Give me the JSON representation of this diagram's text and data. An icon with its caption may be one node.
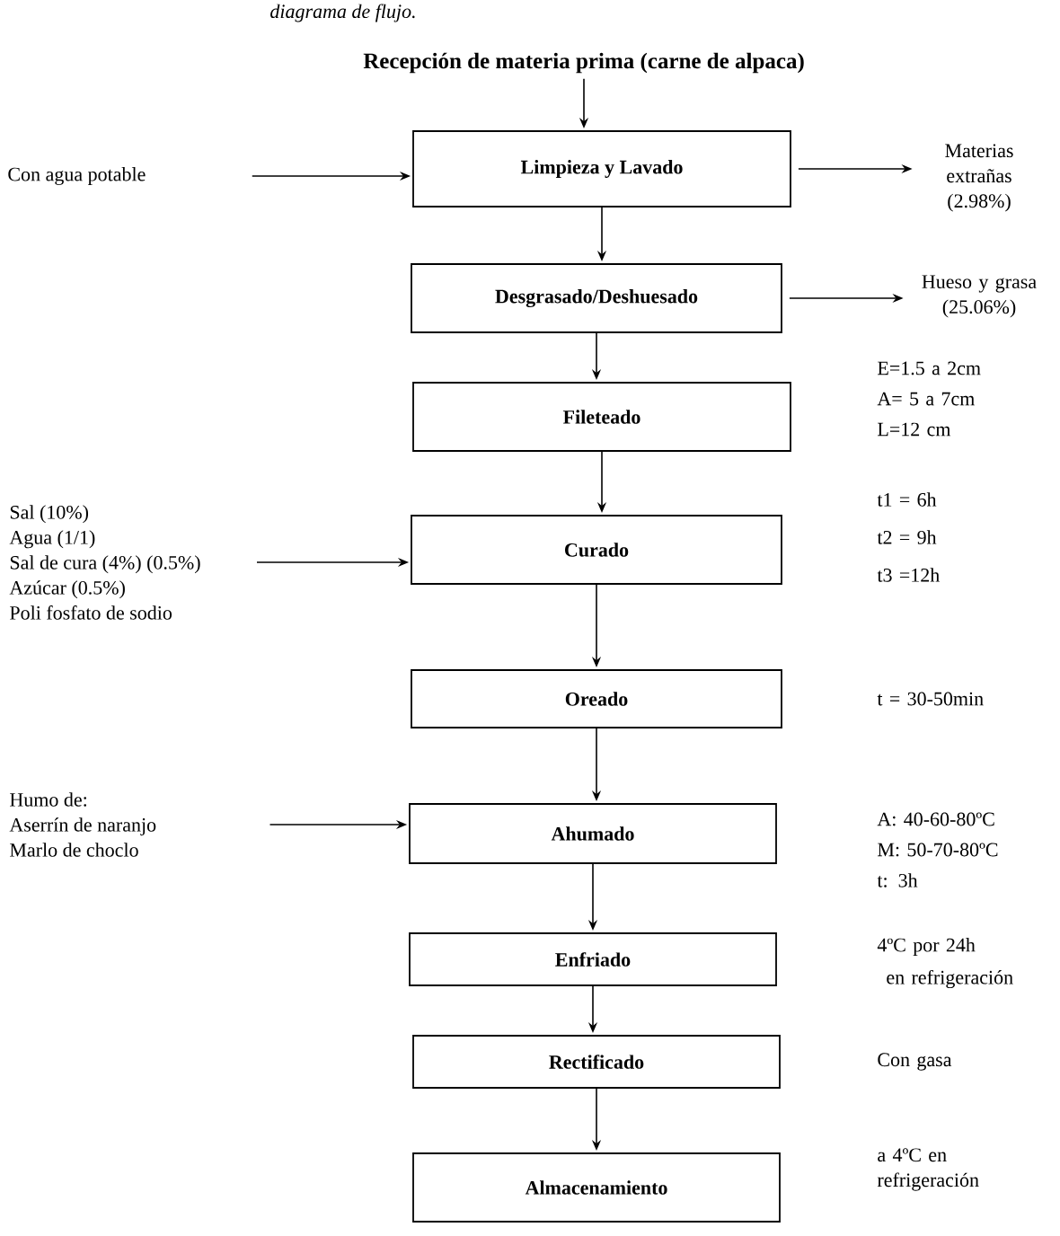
{
  "diagram": {
    "nodes": [
      {
        "text": [
          "Recepción de materia prima (carne de alpaca)"
        ]
      },
      {
        "text": [
          "Con agua potable"
        ]
      },
      {
        "text": [
          "Limpieza y Lavado"
        ]
      },
      {
        "text": [
          "Materias extrañas (2.98%)"
        ]
      },
      {
        "text": [
          "Desgrasado/Deshuesado"
        ]
      },
      {
        "text": [
          "Hueso y grasa (25.06%)"
        ]
      },
      {
        "text": [
          "Fileteado"
        ]
      },
      {
        "text": [
          "Sal (10%)",
          "Agua (1/1)",
          "Sal de cura (4%) (0.5%)",
          "Azúcar (0.5%)",
          "Poli fosfato de sodio"
        ]
      },
      {
        "text": [
          "Curado"
        ]
      },
      {
        "text": [
          "Oreado"
        ]
      },
      {
        "text": [
          "Humo de:",
          "Aserrín de naranjo",
          "Marlo de choclo"
        ]
      },
      {
        "text": [
          "Ahumado"
        ]
      },
      {
        "text": [
          "Enfriado"
        ]
      },
      {
        "text": [
          "Rectificado"
        ]
      },
      {
        "text": [
          "Almacenamiento"
        ]
      }
    ],
    "edges": [
      {
        "from": 0,
        "to": 2,
        "arrow": "to"
      },
      {
        "from": 1,
        "to": 2,
        "arrow": "to"
      },
      {
        "from": 2,
        "to": 3,
        "arrow": "to"
      },
      {
        "from": 2,
        "to": 4,
        "arrow": "to"
      },
      {
        "from": 4,
        "to": 5,
        "arrow": "to"
      },
      {
        "from": 4,
        "to": 6,
        "arrow": "to"
      },
      {
        "from": 6,
        "to": 8,
        "arrow": "to"
      },
      {
        "from": 7,
        "to": 8,
        "arrow": "to"
      },
      {
        "from": 8,
        "to": 9,
        "arrow": "to"
      },
      {
        "from": 9,
        "to": 11,
        "arrow": "to"
      },
      {
        "from": 10,
        "to": 11,
        "arrow": "to"
      },
      {
        "from": 11,
        "to": 12,
        "arrow": "to"
      },
      {
        "from": 12,
        "to": 13,
        "arrow": "to"
      },
      {
        "from": 13,
        "to": 14,
        "arrow": "to"
      }
    ],
    "labels": [
      "diagrama de flujo.",
      "E=1.5 a 2cm",
      "A= 5 a 7cm",
      "L=12 cm",
      "t1 = 6h",
      "t2 = 9h",
      "t3 =12h",
      "t = 30-50min",
      "A: 40-60-80ºC",
      "M: 50-70-80ºC",
      "t: 3h",
      "4ºC por 24h",
      "en refrigeración",
      "Con gasa",
      "a 4ºC en refrigeración"
    ]
  }
}
